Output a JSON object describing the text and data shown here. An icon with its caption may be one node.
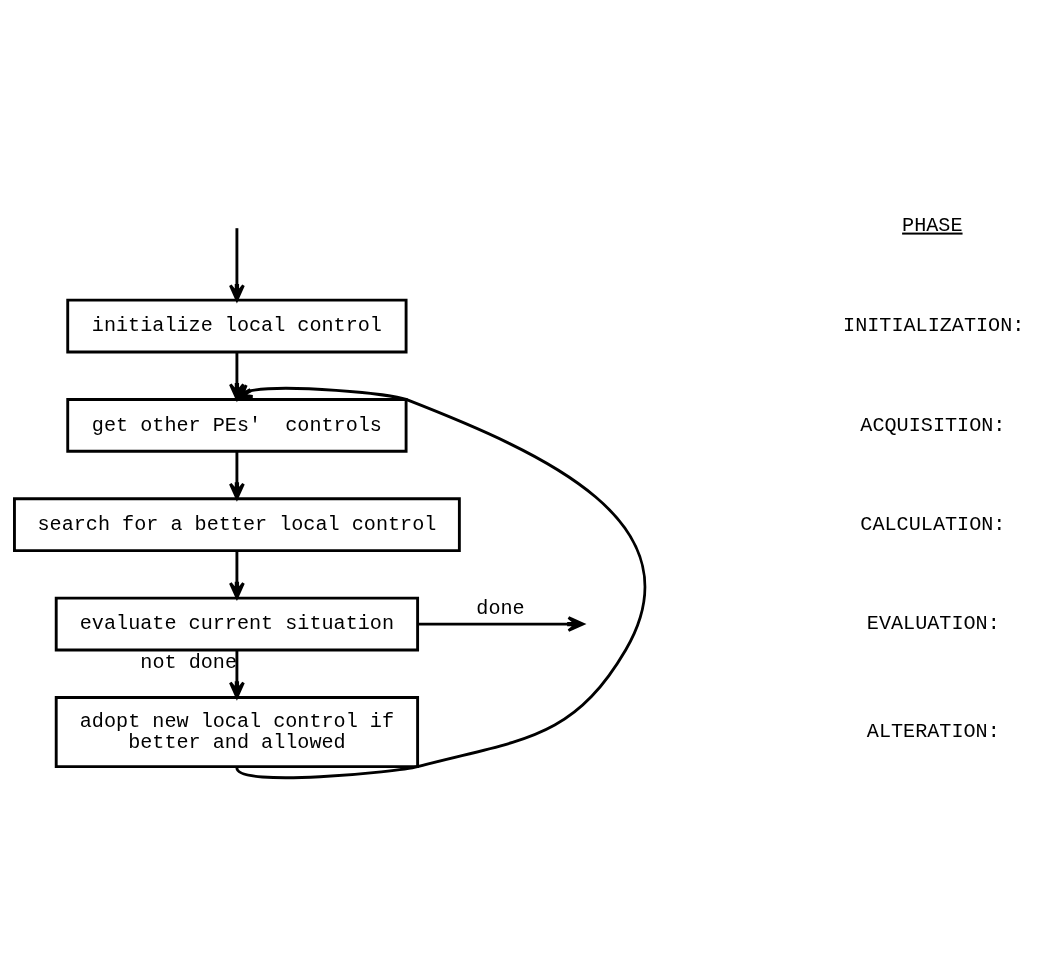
{
  "diagram": {
    "nodes": [
      {
        "text": [
          "initialize local control"
        ]
      },
      {
        "text": [
          "get other PEs'  controls"
        ]
      },
      {
        "text": [
          "search for a better local control"
        ]
      },
      {
        "text": [
          "evaluate current situation"
        ]
      },
      {
        "text": [
          "adopt new local control if better and allowed"
        ]
      }
    ],
    "edges": [
      {
        "from": null,
        "to": 0,
        "arrow": "to"
      },
      {
        "from": 0,
        "to": 1,
        "arrow": "to"
      },
      {
        "from": 1,
        "to": 2,
        "arrow": "to"
      },
      {
        "from": 2,
        "to": 3,
        "arrow": "to"
      },
      {
        "from": 3,
        "to": null,
        "arrow": "to",
        "label": "done"
      },
      {
        "from": 3,
        "to": 4,
        "arrow": "to",
        "label": "not done"
      },
      {
        "from": 4,
        "to": 1,
        "arrow": "to"
      }
    ],
    "labels": [
      "PHASE",
      "INITIALIZATION:",
      "ACQUISITION:",
      "CALCULATION:",
      "EVALUATION:",
      "ALTERATION:"
    ]
  }
}
